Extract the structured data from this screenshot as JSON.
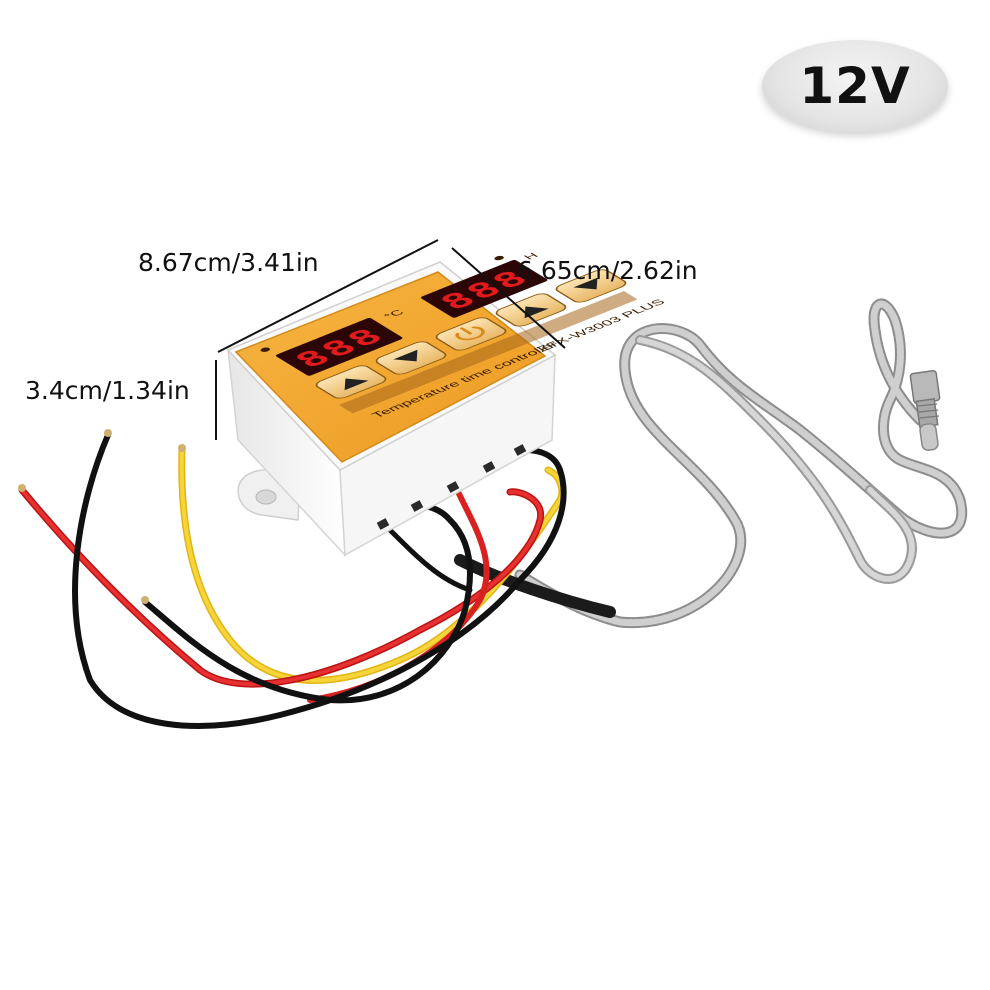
{
  "badge": {
    "voltage": "12V"
  },
  "dimensions": {
    "width": "8.67cm/3.41in",
    "depth": "6.65cm/2.62in",
    "height": "3.4cm/1.34in"
  },
  "device": {
    "label": "Temperature time controller",
    "model": "ZFX-W3003 PLUS",
    "temp_display": "888",
    "time_display": "888",
    "temp_unit": "°C",
    "time_unit": "H"
  },
  "colors": {
    "panel": "#f2a632",
    "housing": "#f1f1f1",
    "display": "#e11b1b",
    "wire_red": "#e02020",
    "wire_black": "#151515",
    "wire_yellow": "#f2c81c",
    "probe_braid": "#b0b0b0"
  },
  "icons": [
    "power-icon",
    "arrow-up-icon",
    "arrow-down-icon"
  ]
}
